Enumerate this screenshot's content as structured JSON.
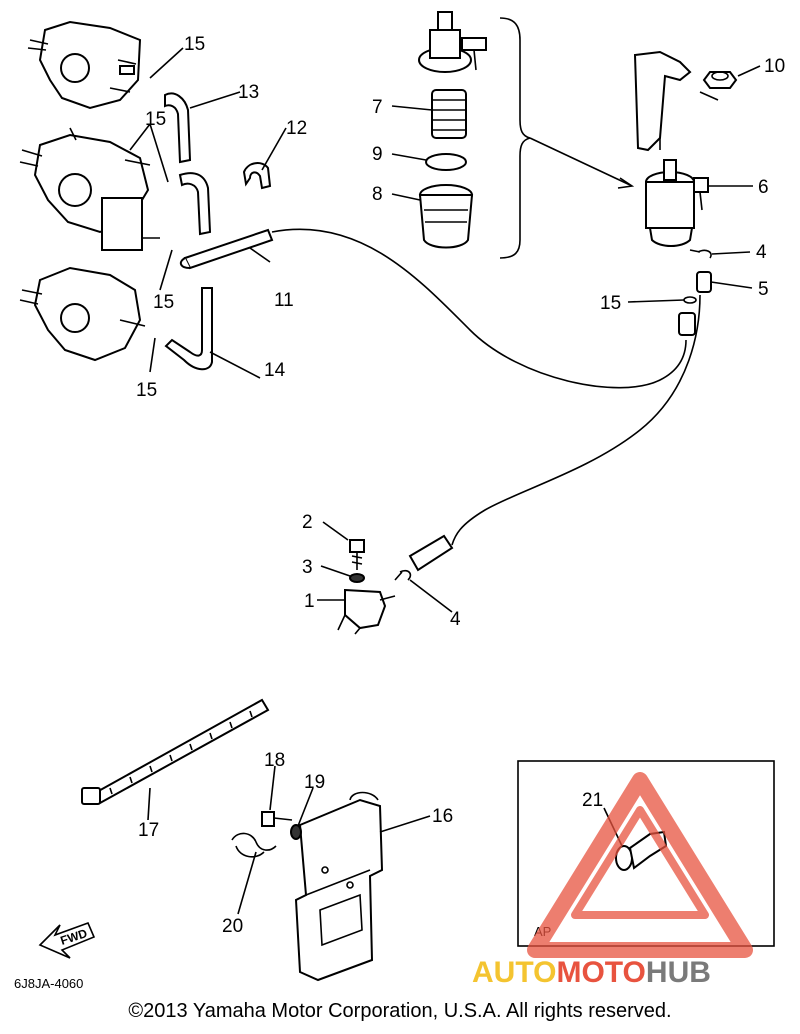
{
  "labels": {
    "p1": "1",
    "p2": "2",
    "p3": "3",
    "p4a": "4",
    "p4b": "4",
    "p5": "5",
    "p6": "6",
    "p7": "7",
    "p8": "8",
    "p9": "9",
    "p10": "10",
    "p11": "11",
    "p12": "12",
    "p13": "13",
    "p14": "14",
    "p15a": "15",
    "p15b": "15",
    "p15c": "15",
    "p15d": "15",
    "p15e": "15",
    "p16": "16",
    "p17": "17",
    "p18": "18",
    "p19": "19",
    "p20": "20",
    "p21": "21"
  },
  "inset_tag": "AP",
  "fwd_label": "FWD",
  "diagram_code": "6J8JA-4060",
  "copyright": "©2013 Yamaha Motor Corporation, U.S.A. All rights reserved.",
  "watermark": {
    "word_a": "AUTO",
    "word_b": "MOTO",
    "word_c": "HUB",
    "colors": {
      "auto": "#f4c430",
      "moto": "#e8533f",
      "hub": "#7a7a7a",
      "triangle": "#e8533f"
    }
  }
}
